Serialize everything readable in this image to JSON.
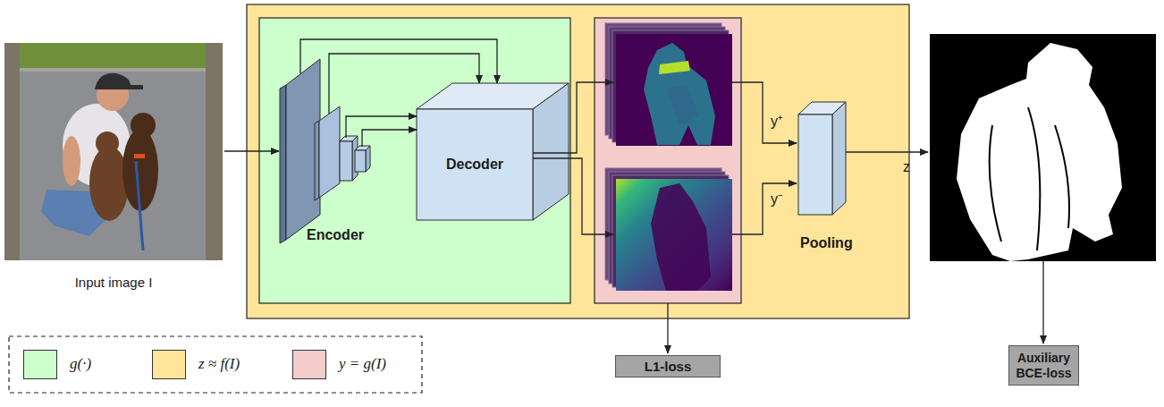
{
  "diagram": {
    "nodes": [
      {
        "text": [
          "Input image I"
        ]
      },
      {
        "text": [
          "Encoder"
        ]
      },
      {
        "text": [
          "Decoder"
        ]
      },
      {
        "text": [
          "Pooling"
        ]
      },
      {
        "text": [
          "L1-loss"
        ]
      },
      {
        "text": [
          "Auxiliary BCE-loss"
        ]
      }
    ],
    "edges": [
      {
        "from": 0,
        "to": 1,
        "arrow": "to"
      },
      {
        "from": 1,
        "to": 2,
        "arrow": "to"
      },
      {
        "from": 1,
        "to": 2,
        "arrow": "to"
      },
      {
        "from": 1,
        "to": 2,
        "arrow": "to"
      },
      {
        "from": 1,
        "to": 2,
        "arrow": "to"
      }
    ],
    "labels": [
      "y⁺",
      "y⁻",
      "z"
    ],
    "legend": [
      {
        "text": "g(·)",
        "color": "#ccffcc"
      },
      {
        "text": "z ≈ f(I)",
        "color": "#ffe599"
      },
      {
        "text": "y = g(I)",
        "color": "#f4cccc"
      }
    ]
  }
}
